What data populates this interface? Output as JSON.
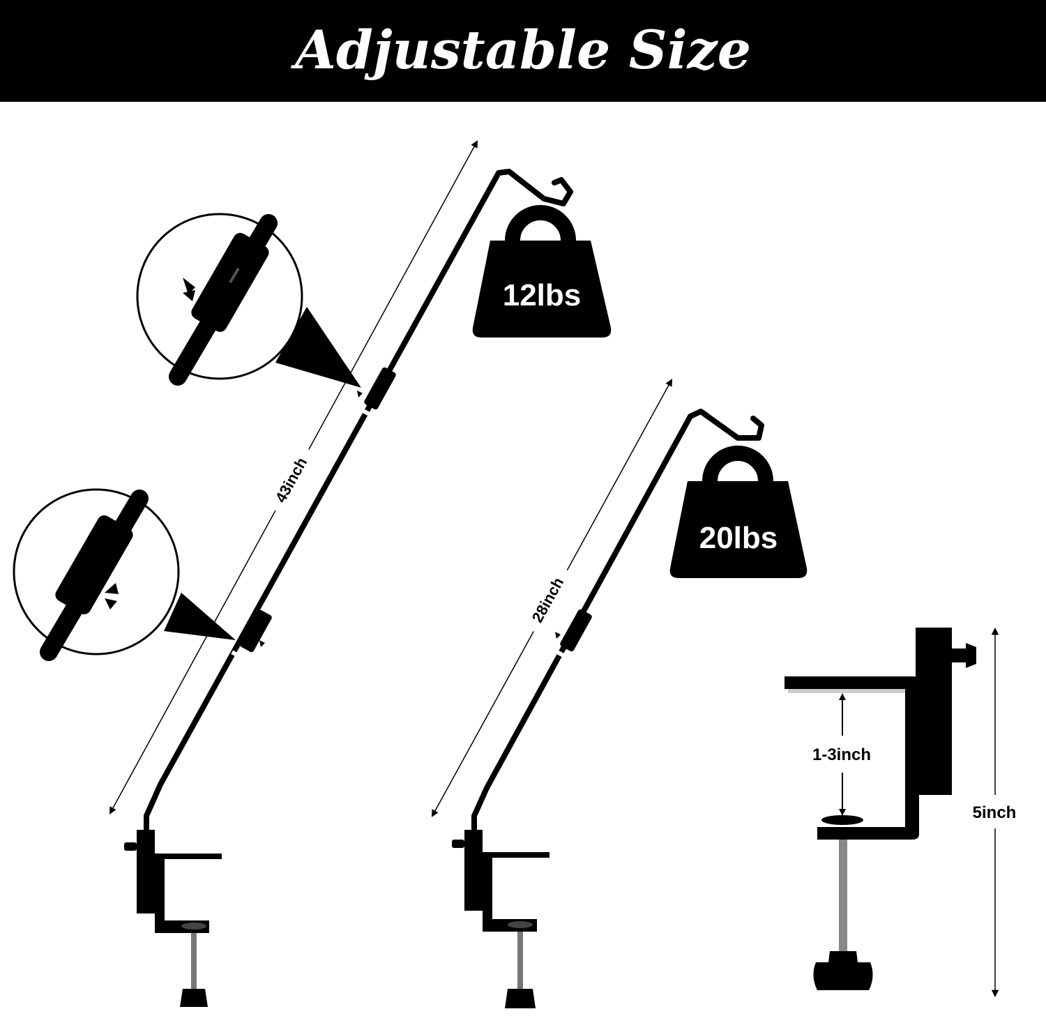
{
  "banner": {
    "title": "Adjustable Size"
  },
  "products": [
    {
      "length_label": "43inch",
      "weight_label": "12lbs"
    },
    {
      "length_label": "28inch",
      "weight_label": "20lbs"
    }
  ],
  "clamp_detail": {
    "gap_label": "1-3inch",
    "height_label": "5inch"
  },
  "colors": {
    "banner_bg": "#000000",
    "banner_text": "#ffffff",
    "product": "#000000",
    "background": "#ffffff"
  }
}
